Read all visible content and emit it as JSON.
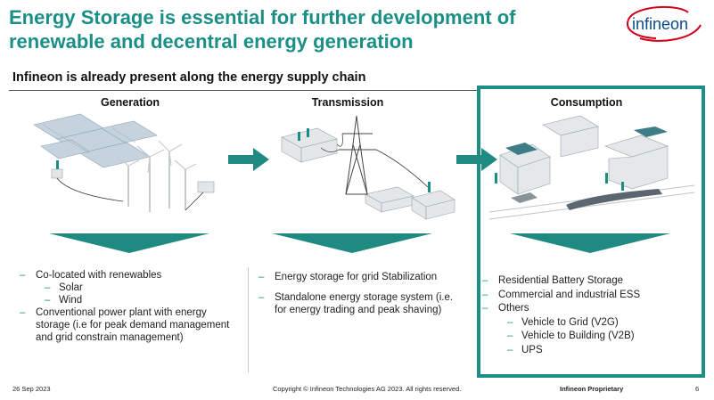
{
  "title": "Energy Storage is essential for further development of renewable and decentral energy generation",
  "logo_text": "infineon",
  "subtitle": "Infineon is already present along the energy supply chain",
  "colors": {
    "accent": "#1b8f85",
    "arrow": "#1f8a80"
  },
  "columns": [
    {
      "heading": "Generation",
      "icon": "solar-wind-illustration",
      "bullets": [
        {
          "text": "Co-located with renewables",
          "level": 1
        },
        {
          "text": "Solar",
          "level": 2
        },
        {
          "text": "Wind",
          "level": 2
        },
        {
          "text": "Conventional power plant with energy storage (i.e for peak demand management and grid constrain management)",
          "level": 1
        }
      ]
    },
    {
      "heading": "Transmission",
      "icon": "grid-transmission-illustration",
      "bullets": [
        {
          "text": "Energy storage for grid Stabilization",
          "level": 1
        },
        {
          "text": "Standalone energy storage system (i.e. for energy trading and peak shaving)",
          "level": 1
        }
      ]
    },
    {
      "heading": "Consumption",
      "icon": "home-industry-ev-illustration",
      "bullets": [
        {
          "text": "Residential Battery Storage",
          "level": 1
        },
        {
          "text": "Commercial and industrial ESS",
          "level": 1
        },
        {
          "text": "Others",
          "level": 1
        },
        {
          "text": "Vehicle to Grid (V2G)",
          "level": 2
        },
        {
          "text": "Vehicle to Building (V2B)",
          "level": 2
        },
        {
          "text": "UPS",
          "level": 2
        }
      ]
    }
  ],
  "footer": {
    "date": "26 Sep 2023",
    "copyright": "Copyright © Infineon Technologies AG 2023. All rights reserved.",
    "classification": "Infineon Proprietary",
    "page": "6"
  }
}
